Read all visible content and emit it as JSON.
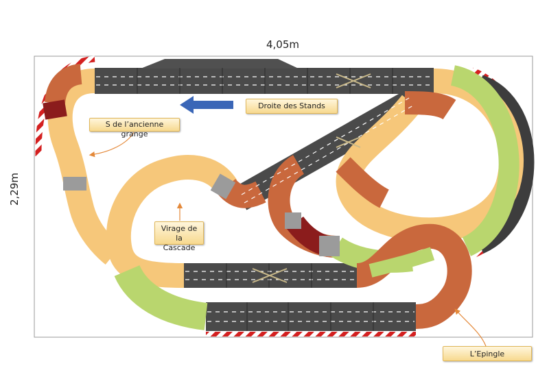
{
  "dimensions": {
    "width": "4,05m",
    "height": "2,29m"
  },
  "labels": {
    "stands": "Droite des Stands",
    "s_grange": "S de l’ancienne grange",
    "cascade": "Virage de\nla Cascade",
    "epingle": "L’Epingle"
  },
  "colors": {
    "asphalt": "#4a4a4a",
    "orange_curve": "#f6c77a",
    "green_curve": "#b9d66e",
    "rust_curve": "#c9683d",
    "dark_red": "#8b1c1c",
    "grey_piece": "#9b9b9b",
    "arrow": "#3a66b7"
  }
}
